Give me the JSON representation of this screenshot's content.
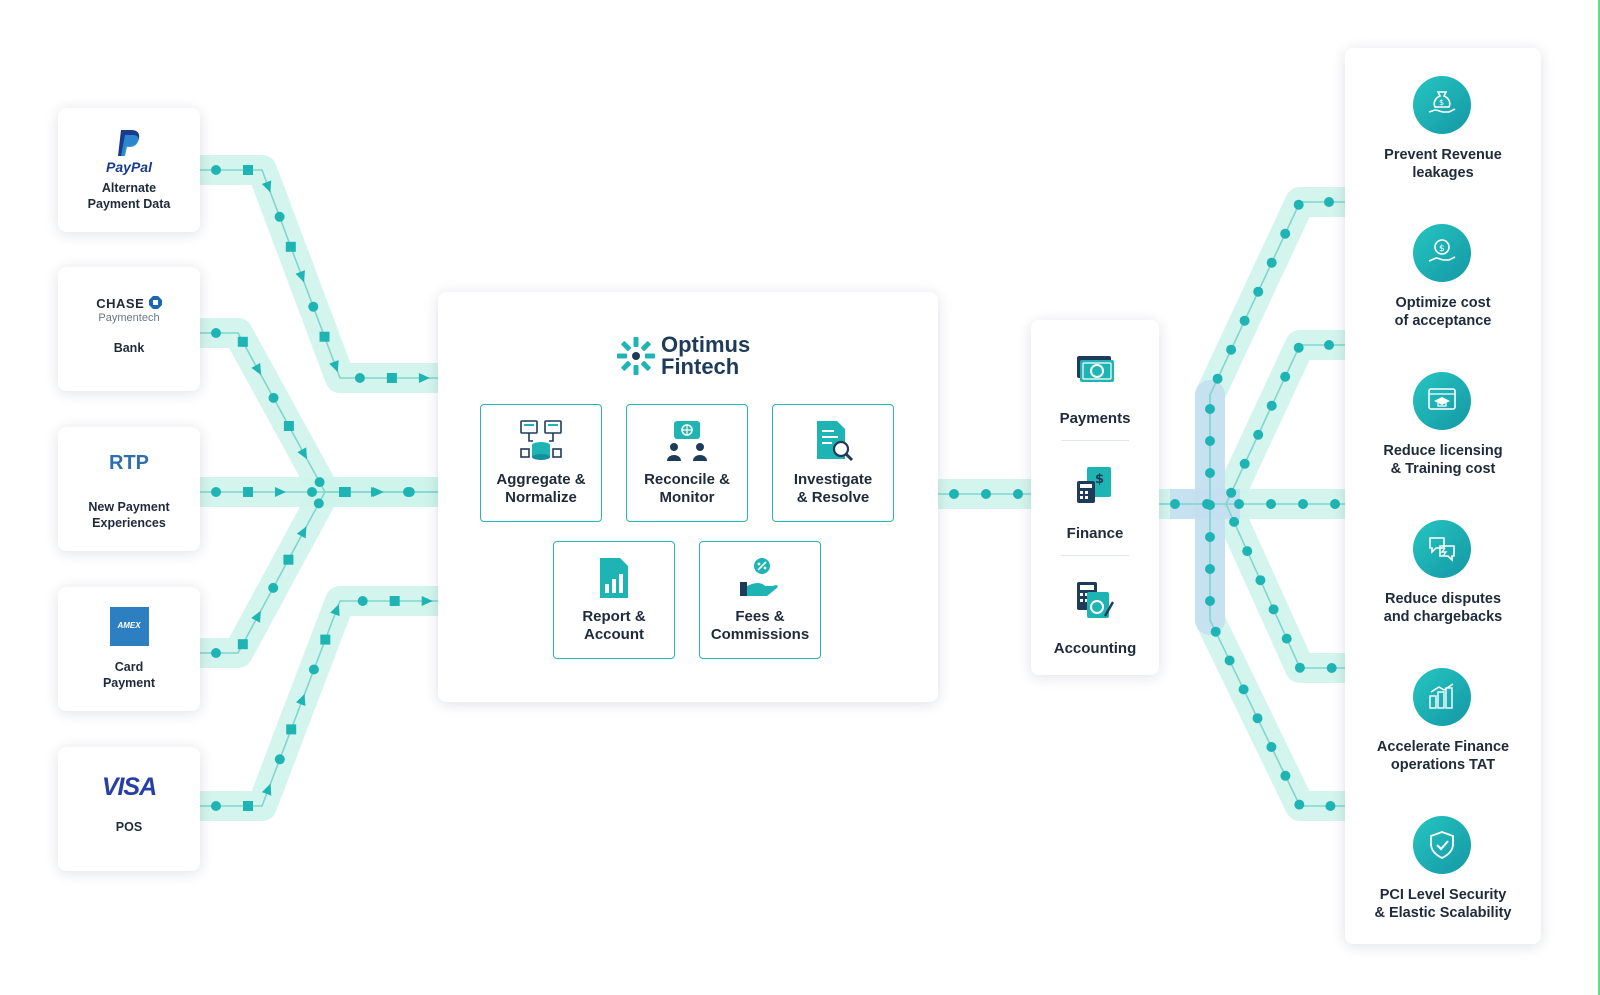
{
  "sources": [
    {
      "logo": "PayPal",
      "label_1": "Alternate",
      "label_2": "Payment Data",
      "icon": "paypal-logo"
    },
    {
      "logo_1": "CHASE",
      "logo_2": "Paymentech",
      "label_1": "Bank",
      "icon": "chase-logo"
    },
    {
      "logo": "RTP",
      "label_1": "New Payment",
      "label_2": "Experiences",
      "icon": "rtp-logo"
    },
    {
      "logo": "AMEX",
      "label_1": "Card",
      "label_2": "Payment",
      "icon": "amex-logo"
    },
    {
      "logo": "VISA",
      "label_1": "POS",
      "icon": "visa-logo"
    }
  ],
  "brand": {
    "line_1": "Optimus",
    "line_2": "Fintech",
    "icon": "optimus-starburst-logo"
  },
  "modules": [
    {
      "line_1": "Aggregate &",
      "line_2": "Normalize",
      "icon": "database-icon"
    },
    {
      "line_1": "Reconcile &",
      "line_2": "Monitor",
      "icon": "team-chat-icon"
    },
    {
      "line_1": "Investigate",
      "line_2": "& Resolve",
      "icon": "document-search-icon"
    },
    {
      "line_1": "Report &",
      "line_2": "Account",
      "icon": "report-chart-icon"
    },
    {
      "line_1": "Fees &",
      "line_2": "Commissions",
      "icon": "hand-percent-icon"
    }
  ],
  "outputs": [
    {
      "label": "Payments",
      "icon": "cash-icon"
    },
    {
      "label": "Finance",
      "icon": "finance-calculator-icon"
    },
    {
      "label": "Accounting",
      "icon": "accounting-icon"
    }
  ],
  "benefits": [
    {
      "line_1": "Prevent Revenue",
      "line_2": "leakages",
      "icon": "money-bag-hand-icon"
    },
    {
      "line_1": "Optimize cost",
      "line_2": "of acceptance",
      "icon": "coin-hand-icon"
    },
    {
      "line_1": "Reduce licensing",
      "line_2": "& Training  cost",
      "icon": "graduation-screen-icon"
    },
    {
      "line_1": "Reduce disputes",
      "line_2": "and chargebacks",
      "icon": "dispute-chat-icon"
    },
    {
      "line_1": "Accelerate Finance",
      "line_2": "operations TAT",
      "icon": "finance-growth-icon"
    },
    {
      "line_1": "PCI Level Security",
      "line_2": "& Elastic Scalability",
      "icon": "shield-check-icon"
    }
  ],
  "colors": {
    "teal": "#1fb4b4",
    "dark_teal": "#148f9e",
    "flow_light": "#cdf3ea",
    "flow_blue": "#c4dff0",
    "text": "#1f2a3a",
    "paypal": "#1a3a8c",
    "visa": "#2740a8",
    "rtp": "#2f6fb0",
    "amex": "#2d7fc1"
  }
}
